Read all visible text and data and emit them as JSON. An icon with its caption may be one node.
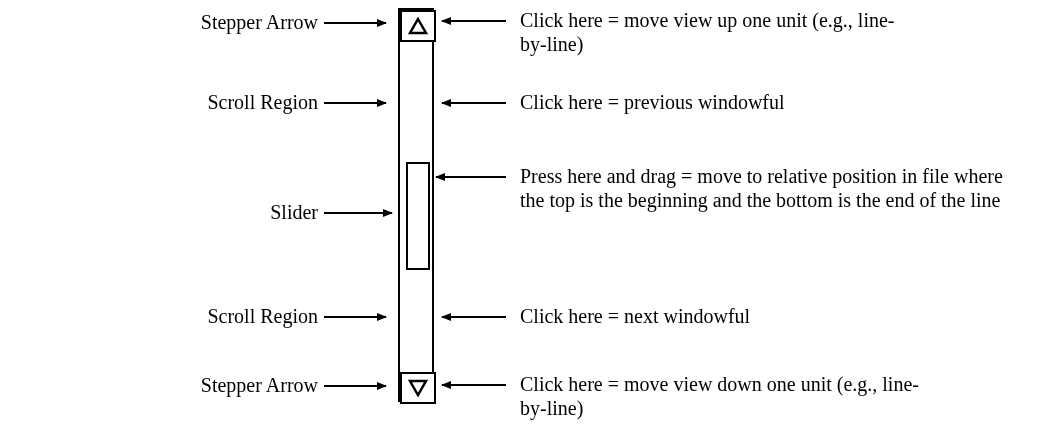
{
  "diagram": {
    "nodes": [
      {
        "text": [],
        "shape": "bar"
      },
      {
        "text": [],
        "shape": "box",
        "in": 0
      },
      {
        "text": [],
        "shape": "box",
        "in": 0
      },
      {
        "text": [],
        "shape": "box",
        "in": 0
      },
      {
        "text": [
          "Stepper Arrow"
        ]
      },
      {
        "text": [
          "Click here = move view up one unit (e.g., line-by-line)"
        ]
      },
      {
        "text": [
          "Scroll Region"
        ]
      },
      {
        "text": [
          "Click here = previous windowful"
        ]
      },
      {
        "text": [
          "Slider"
        ]
      },
      {
        "text": [
          "Press here and drag = move to relative position in file where the top is the beginning and the bottom is the end of the line"
        ]
      },
      {
        "text": [
          "Scroll Region"
        ]
      },
      {
        "text": [
          "Click here = next windowful"
        ]
      },
      {
        "text": [
          "Stepper Arrow"
        ]
      },
      {
        "text": [
          "Click here = move view down one unit (e.g., line-by-line)"
        ]
      }
    ],
    "edges": [
      {
        "from": 4,
        "to": 1,
        "arrow": "to"
      },
      {
        "from": 5,
        "to": 1,
        "arrow": "to"
      },
      {
        "from": 6,
        "to": 0,
        "arrow": "to"
      },
      {
        "from": 7,
        "to": 0,
        "arrow": "to"
      },
      {
        "from": 8,
        "to": 2,
        "arrow": "to"
      },
      {
        "from": 9,
        "to": 2,
        "arrow": "to"
      },
      {
        "from": 10,
        "to": 0,
        "arrow": "to"
      },
      {
        "from": 11,
        "to": 0,
        "arrow": "to"
      },
      {
        "from": 12,
        "to": 3,
        "arrow": "to"
      },
      {
        "from": 13,
        "to": 3,
        "arrow": "to"
      }
    ]
  }
}
